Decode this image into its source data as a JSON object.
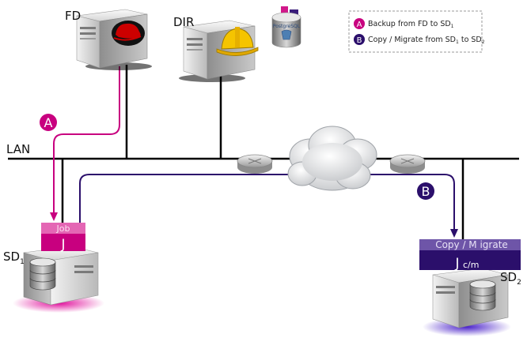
{
  "colors": {
    "backup": "#c8007f",
    "migrate": "#2b0f6b",
    "network": "#000000",
    "redhat": "#cc0000",
    "helmet": "#f5c400",
    "job_box": "#cf1e8a",
    "copy_box": "#3a1d7a"
  },
  "nodes": {
    "fd": {
      "label": "FD",
      "icon": "redhat-logo-icon"
    },
    "dir": {
      "label": "DIR",
      "icon": "hardhat-icon",
      "db_label": "PostgreSQL"
    },
    "lan": {
      "label": "LAN"
    },
    "sd1": {
      "label": "SD",
      "sub": "1"
    },
    "sd2": {
      "label": "SD",
      "sub": "2"
    }
  },
  "paths": {
    "a": {
      "badge": "A"
    },
    "b": {
      "badge": "B"
    }
  },
  "legend": {
    "a": {
      "badge": "A",
      "text": "Backup from FD to SD",
      "sub": "1"
    },
    "b": {
      "badge": "B",
      "text_start": "Copy / Migrate from SD",
      "sub1": "1",
      "text_mid": " to SD",
      "sub2": "2"
    }
  },
  "job_box": {
    "title": "Job",
    "glyph": "J"
  },
  "copy_box": {
    "title": "Copy / M igrate",
    "glyph": "J",
    "glyph_sub": "c/m"
  }
}
